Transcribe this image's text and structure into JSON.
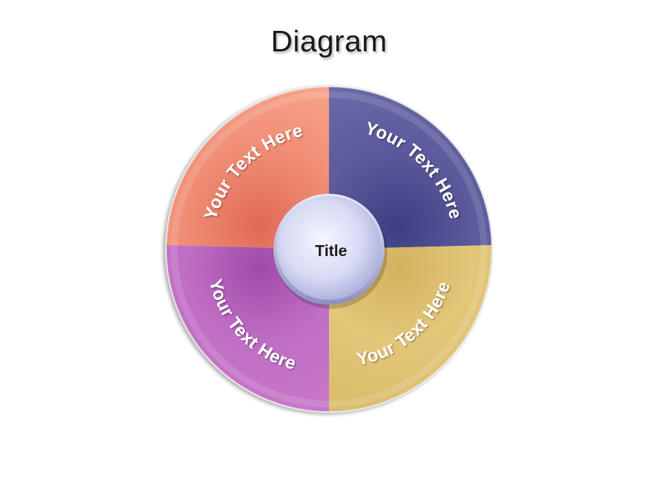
{
  "title": "Diagram",
  "diagram": {
    "center_label": "Title",
    "segments": [
      {
        "id": "top-left",
        "label": "Your Text Here",
        "color": "#f08a72"
      },
      {
        "id": "top-right",
        "label": "Your Text Here",
        "color": "#5a5a9c"
      },
      {
        "id": "bottom-right",
        "label": "Your Text Here",
        "color": "#e3c679"
      },
      {
        "id": "bottom-left",
        "label": "Your Text Here",
        "color": "#c06ec4"
      }
    ]
  }
}
